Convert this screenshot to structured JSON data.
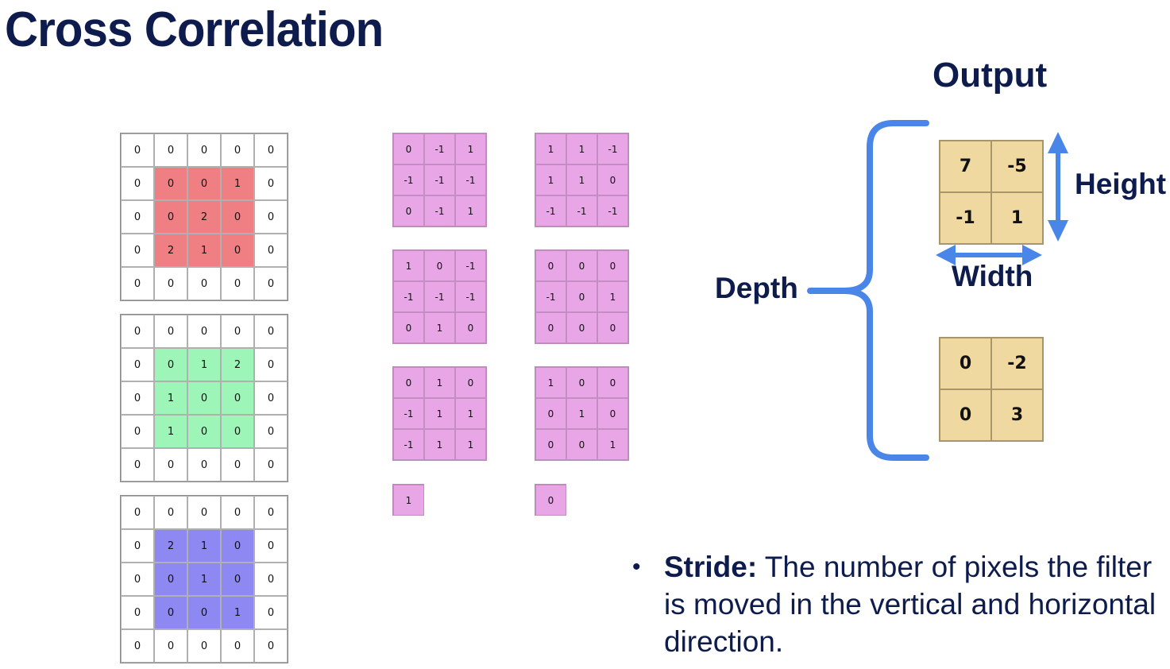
{
  "title": "Cross Correlation",
  "input": {
    "channels": [
      {
        "color": "#f07f83",
        "rows": [
          [
            "0",
            "0",
            "0",
            "0",
            "0"
          ],
          [
            "0",
            "0",
            "0",
            "1",
            "0"
          ],
          [
            "0",
            "0",
            "2",
            "0",
            "0"
          ],
          [
            "0",
            "2",
            "1",
            "0",
            "0"
          ],
          [
            "0",
            "0",
            "0",
            "0",
            "0"
          ]
        ]
      },
      {
        "color": "#9df5b8",
        "rows": [
          [
            "0",
            "0",
            "0",
            "0",
            "0"
          ],
          [
            "0",
            "0",
            "1",
            "2",
            "0"
          ],
          [
            "0",
            "1",
            "0",
            "0",
            "0"
          ],
          [
            "0",
            "1",
            "0",
            "0",
            "0"
          ],
          [
            "0",
            "0",
            "0",
            "0",
            "0"
          ]
        ]
      },
      {
        "color": "#8d88f2",
        "rows": [
          [
            "0",
            "0",
            "0",
            "0",
            "0"
          ],
          [
            "0",
            "2",
            "1",
            "0",
            "0"
          ],
          [
            "0",
            "0",
            "1",
            "0",
            "0"
          ],
          [
            "0",
            "0",
            "0",
            "1",
            "0"
          ],
          [
            "0",
            "0",
            "0",
            "0",
            "0"
          ]
        ]
      }
    ]
  },
  "filters": [
    {
      "channels": [
        [
          [
            "0",
            "-1",
            "1"
          ],
          [
            "-1",
            "-1",
            "-1"
          ],
          [
            "0",
            "-1",
            "1"
          ]
        ],
        [
          [
            "1",
            "0",
            "-1"
          ],
          [
            "-1",
            "-1",
            "-1"
          ],
          [
            "0",
            "1",
            "0"
          ]
        ],
        [
          [
            "0",
            "1",
            "0"
          ],
          [
            "-1",
            "1",
            "1"
          ],
          [
            "-1",
            "1",
            "1"
          ]
        ]
      ],
      "bias": "1"
    },
    {
      "channels": [
        [
          [
            "1",
            "1",
            "-1"
          ],
          [
            "1",
            "1",
            "0"
          ],
          [
            "-1",
            "-1",
            "-1"
          ]
        ],
        [
          [
            "0",
            "0",
            "0"
          ],
          [
            "-1",
            "0",
            "1"
          ],
          [
            "0",
            "0",
            "0"
          ]
        ],
        [
          [
            "1",
            "0",
            "0"
          ],
          [
            "0",
            "1",
            "0"
          ],
          [
            "0",
            "0",
            "1"
          ]
        ]
      ],
      "bias": "0"
    }
  ],
  "output": {
    "heading": "Output",
    "maps": [
      [
        [
          "7",
          "-5"
        ],
        [
          "-1",
          "1"
        ]
      ],
      [
        [
          "0",
          "-2"
        ],
        [
          "0",
          "3"
        ]
      ]
    ],
    "height_label": "Height",
    "width_label": "Width",
    "depth_label": "Depth",
    "arrow_color": "#4a86e8"
  },
  "stride": {
    "term": "Stride:",
    "definition": " The number of pixels the filter is moved in the vertical and horizontal direction."
  }
}
